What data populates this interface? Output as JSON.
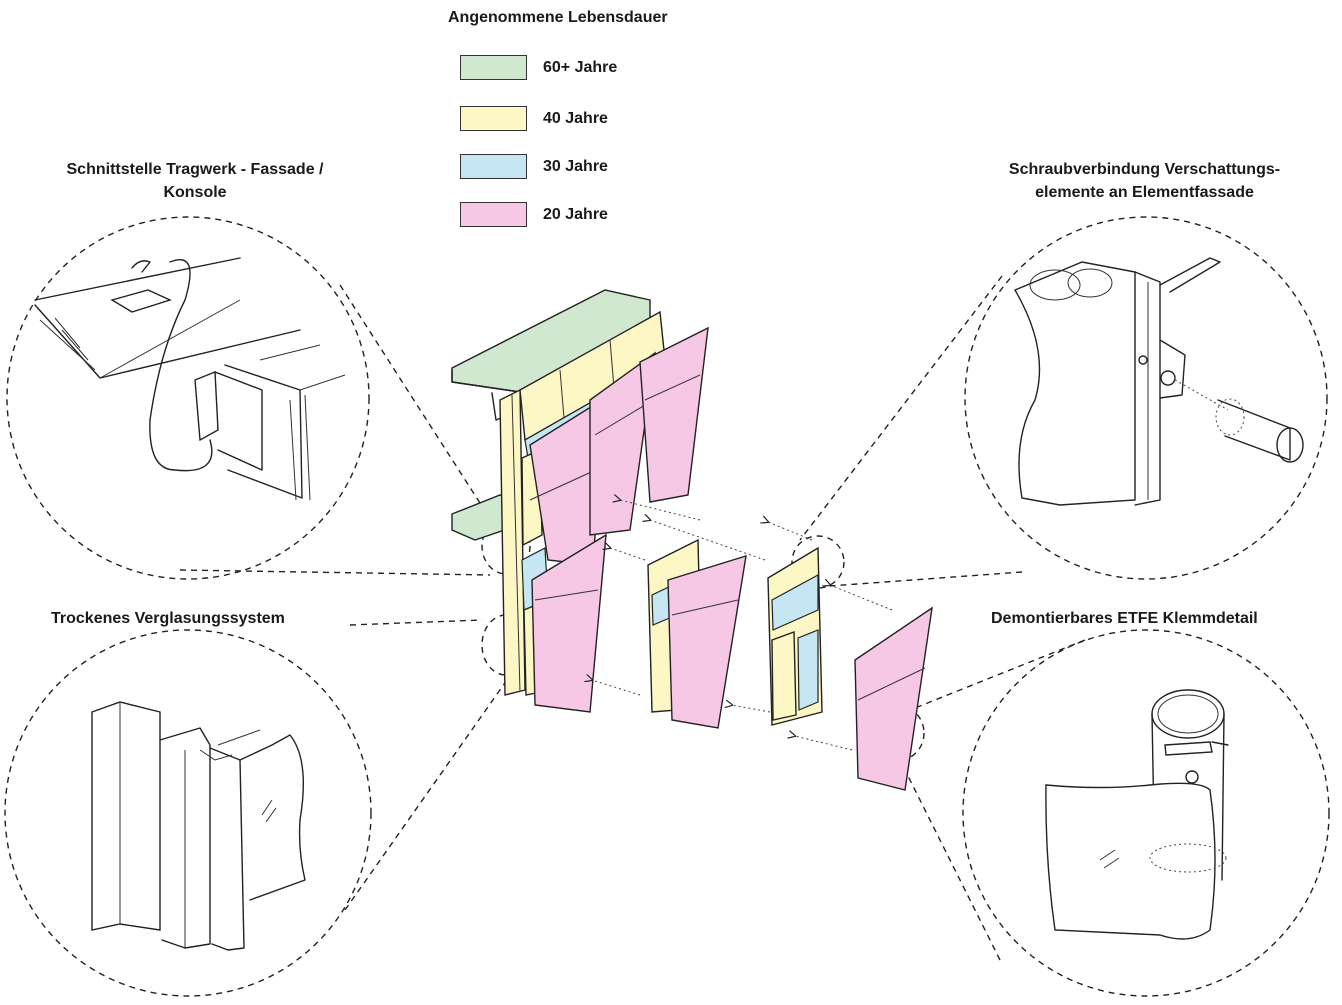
{
  "legend": {
    "title": "Angenommene Lebensdauer",
    "items": [
      {
        "label": "60+ Jahre",
        "color": "#cfe8cf"
      },
      {
        "label": "40 Jahre",
        "color": "#fcf7c4"
      },
      {
        "label": "30 Jahre",
        "color": "#c5e6f2"
      },
      {
        "label": "20 Jahre",
        "color": "#f7c7e6"
      }
    ]
  },
  "details": {
    "top_left": {
      "line1": "Schnittstelle Tragwerk - Fassade /",
      "line2": "Konsole"
    },
    "bottom_left": {
      "line1": "Trockenes Verglasungssystem"
    },
    "top_right": {
      "line1": "Schraubverbindung Verschattungs-",
      "line2": "elemente an Elementfassade"
    },
    "bottom_right": {
      "line1": "Demontierbares ETFE Klemmdetail"
    }
  }
}
